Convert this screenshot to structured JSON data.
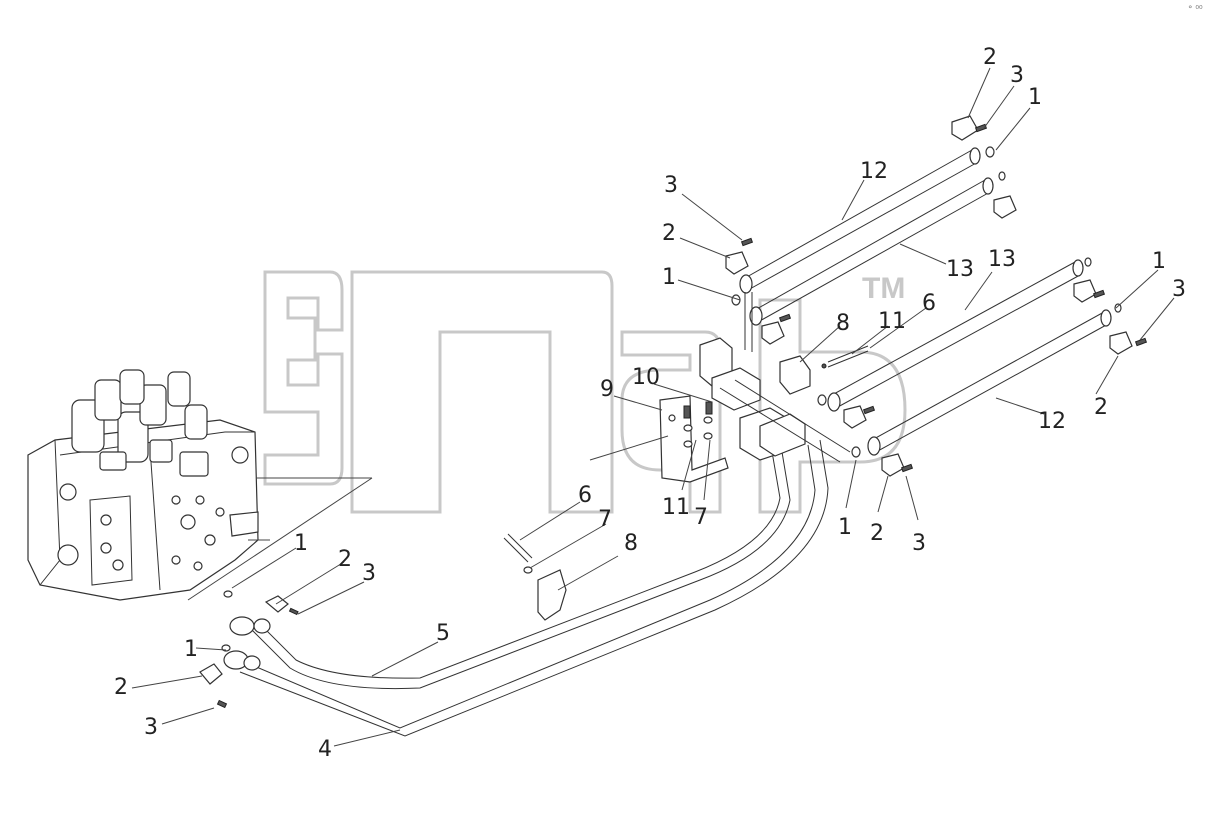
{
  "watermark": {
    "trademark": "TM"
  },
  "callouts": [
    {
      "id": "c-2-top",
      "label": "2"
    },
    {
      "id": "c-3-top",
      "label": "3"
    },
    {
      "id": "c-1-top",
      "label": "1"
    },
    {
      "id": "c-12-top",
      "label": "12"
    },
    {
      "id": "c-3-left",
      "label": "3"
    },
    {
      "id": "c-2-left",
      "label": "2"
    },
    {
      "id": "c-13-top",
      "label": "13"
    },
    {
      "id": "c-1-left",
      "label": "1"
    },
    {
      "id": "c-13-mid",
      "label": "13"
    },
    {
      "id": "c-1-right",
      "label": "1"
    },
    {
      "id": "c-3-right",
      "label": "3"
    },
    {
      "id": "c-8-top",
      "label": "8"
    },
    {
      "id": "c-11-top",
      "label": "11"
    },
    {
      "id": "c-6-top",
      "label": "6"
    },
    {
      "id": "c-10",
      "label": "10"
    },
    {
      "id": "c-9",
      "label": "9"
    },
    {
      "id": "c-2-right",
      "label": "2"
    },
    {
      "id": "c-12-right",
      "label": "12"
    },
    {
      "id": "c-11-bot",
      "label": "11"
    },
    {
      "id": "c-7-mid",
      "label": "7"
    },
    {
      "id": "c-1-mid",
      "label": "1"
    },
    {
      "id": "c-2-mid",
      "label": "2"
    },
    {
      "id": "c-3-mid",
      "label": "3"
    },
    {
      "id": "c-6-bot",
      "label": "6"
    },
    {
      "id": "c-7-bot",
      "label": "7"
    },
    {
      "id": "c-8-bot",
      "label": "8"
    },
    {
      "id": "c-1-valve",
      "label": "1"
    },
    {
      "id": "c-2-valve",
      "label": "2"
    },
    {
      "id": "c-3-valve",
      "label": "3"
    },
    {
      "id": "c-5",
      "label": "5"
    },
    {
      "id": "c-1-flange",
      "label": "1"
    },
    {
      "id": "c-2-flange",
      "label": "2"
    },
    {
      "id": "c-3-flange",
      "label": "3"
    },
    {
      "id": "c-4",
      "label": "4"
    }
  ]
}
